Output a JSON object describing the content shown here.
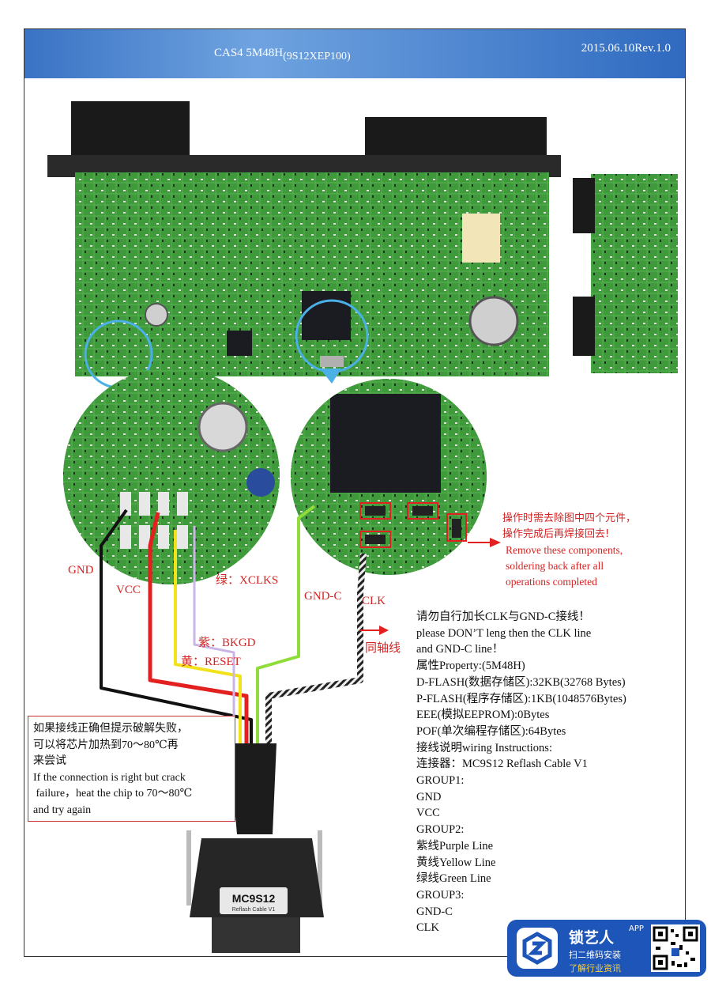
{
  "header": {
    "title_main": "CAS4 5M48H",
    "title_sub": "(9S12XEP100)",
    "revision": "2015.06.10Rev.1.0"
  },
  "wire_labels": {
    "gnd": "GND",
    "vcc": "VCC",
    "xclks": "绿：XCLKS",
    "bkgd": "紫：BKGD",
    "reset": "黄：RESET",
    "gnd_c": "GND-C",
    "clk": "CLK",
    "coax": "同轴线"
  },
  "remove_note": {
    "line1": "操作时需去除图中四个元件，",
    "line2": "操作完成后再焊接回去!",
    "line3": "Remove these components,",
    "line4": "soldering back after all",
    "line5": "operations completed"
  },
  "instructions": [
    "请勿自行加长CLK与GND-C接线！",
    "please DON’T leng then the CLK  line",
    "and GND-C line！",
    "属性Property:(5M48H)",
    "D-FLASH(数据存储区):32KB(32768 Bytes)",
    "P-FLASH(程序存储区):1KB(1048576Bytes)",
    "EEE(模拟EEPROM):0Bytes",
    "POF(单次编程存储区):64Bytes",
    "接线说明wiring Instructions:",
    "连接器：MC9S12 Reflash Cable V1",
    "GROUP1:",
    "GND",
    "VCC",
    "GROUP2:",
    "紫线Purple Line",
    "黄线Yellow Line",
    "绿线Green Line",
    "GROUP3:",
    "GND-C",
    "CLK"
  ],
  "warning": {
    "line1": "如果接线正确但提示破解失败，",
    "line2": "可以将芯片加热到70～80℃再",
    "line3": "来尝试",
    "line4": "If the connection is right but crack",
    "line5": " failure，heat the chip to 70～80℃",
    "line6": "and try again"
  },
  "connector": {
    "model": "MC9S12",
    "subtitle": "Reflash Cable V1"
  },
  "watermark": {
    "name": "锁艺人",
    "app": "APP",
    "scan": "扫二维码安装",
    "info": "了解行业资讯"
  },
  "colors": {
    "pcb_green": "#3f9a3c",
    "wire_red": "#e32020",
    "wire_yellow": "#f2e21c",
    "wire_green": "#8fdc3a",
    "wire_purple": "#c9b6e6",
    "callout_blue": "#4ab0e6",
    "note_red": "#d42323"
  }
}
